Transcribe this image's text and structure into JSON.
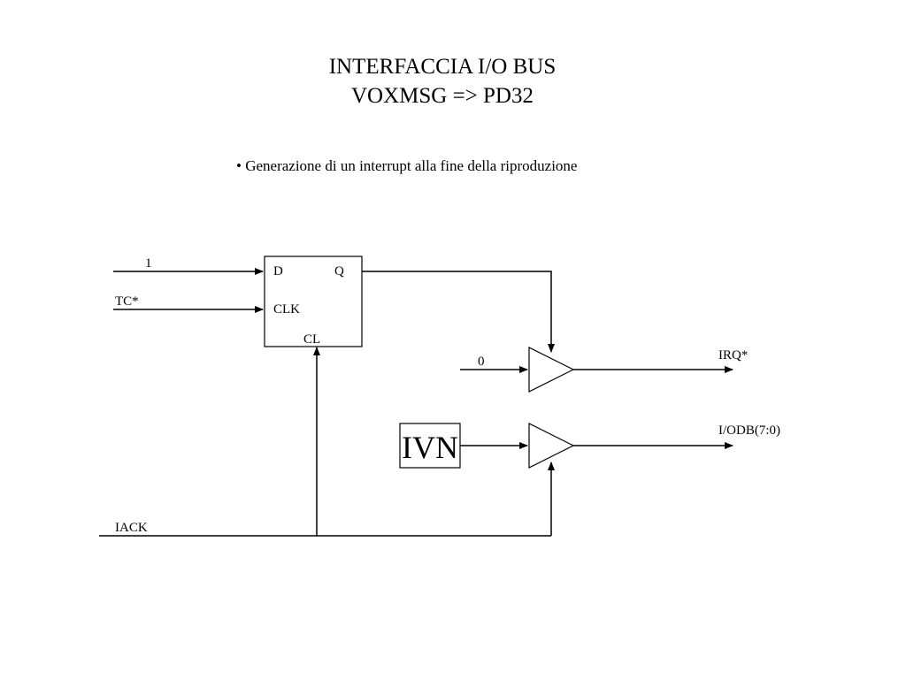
{
  "slide": {
    "title_line1": "INTERFACCIA I/O BUS",
    "title_line2": "VOXMSG => PD32",
    "bullet": "• Generazione di un interrupt alla fine della riproduzione"
  },
  "diagram": {
    "inputs": {
      "d_input": "1",
      "clk_input": "TC*",
      "buffer_input": "0",
      "iack": "IACK"
    },
    "flip_flop": {
      "pin_d": "D",
      "pin_q": "Q",
      "pin_clk": "CLK",
      "pin_cl": "CL"
    },
    "ivn_box": "IVN",
    "outputs": {
      "irq": "IRQ*",
      "iodb": "I/ODB(7:0)"
    }
  }
}
